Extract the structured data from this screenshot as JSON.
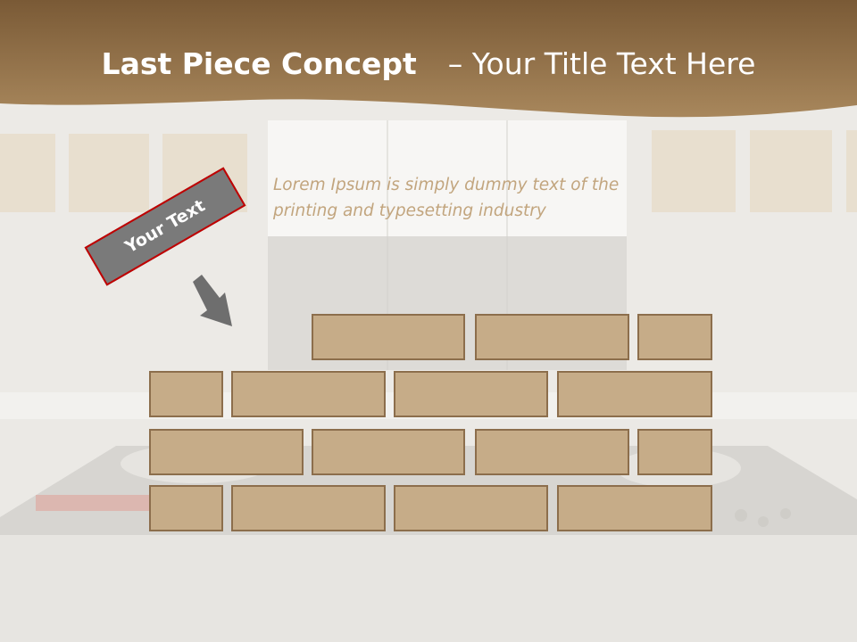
{
  "slide": {
    "title_bold": "Last Piece Concept",
    "title_rest": "– Your Title Text Here",
    "body_text": "Lorem Ipsum is simply dummy text of the printing and typesetting industry",
    "tag_text": "Your Text"
  },
  "colors": {
    "header_brown": "#8a6a44",
    "brick_fill": "#c6ac88",
    "brick_border": "#8c6e4c",
    "tag_fill": "#7a7a7a",
    "tag_border": "#c00000",
    "body_text": "#c2a57e"
  },
  "icons": {
    "arrow": "down-right-arrow-icon"
  }
}
